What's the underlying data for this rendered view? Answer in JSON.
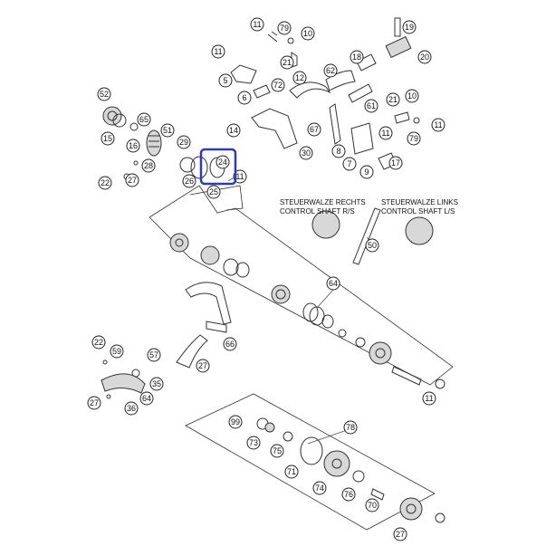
{
  "labels": {
    "rechts_de": "STEUERWALZE RECHTS",
    "rechts_en": "CONTROL SHAFT R/S",
    "links_de": "STEUERWALZE LINKS",
    "links_en": "CONTROL SHAFT L/S"
  },
  "callouts": [
    "11",
    "79",
    "10",
    "19",
    "11",
    "20",
    "5",
    "21",
    "12",
    "62",
    "18",
    "6",
    "72",
    "52",
    "65",
    "51",
    "61",
    "21",
    "10",
    "11",
    "67",
    "15",
    "16",
    "29",
    "24",
    "30",
    "8",
    "28",
    "79",
    "11",
    "7",
    "9",
    "17",
    "22",
    "27",
    "26",
    "25",
    "11",
    "14",
    "50",
    "64",
    "22",
    "59",
    "57",
    "66",
    "27",
    "35",
    "36",
    "64",
    "27",
    "11",
    "99",
    "78",
    "73",
    "75",
    "71",
    "74",
    "76",
    "70",
    "27"
  ],
  "highlight": {
    "target": "24",
    "color": "#2f3ab8"
  }
}
